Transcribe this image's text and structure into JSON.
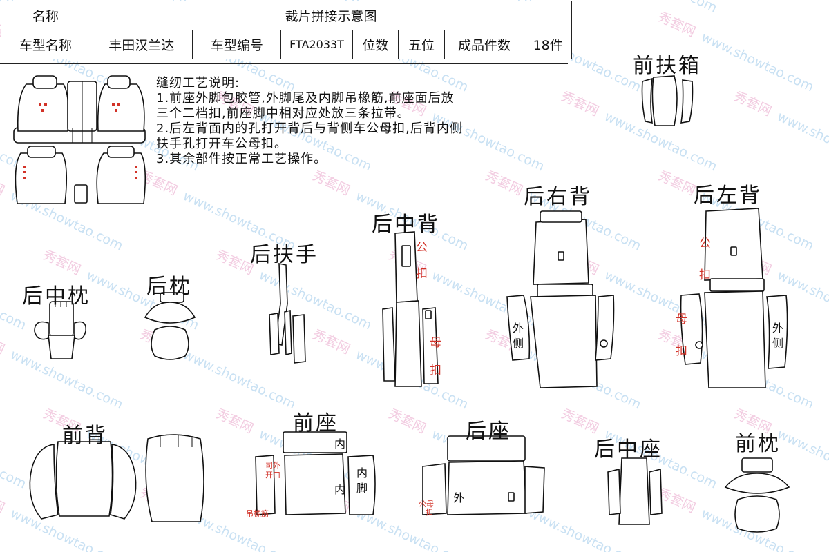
{
  "header": {
    "name_label": "名称",
    "title": "裁片拼接示意图",
    "vehicle_name_label": "车型名称",
    "vehicle_name": "丰田汉兰达",
    "vehicle_code_label": "车型编号",
    "vehicle_code": "FTA2033T",
    "seats_label": "位数",
    "seats_value": "五位",
    "pieces_label": "成品件数",
    "pieces_value": "18件"
  },
  "notes": {
    "title": "缝纫工艺说明:",
    "lines": [
      "1.前座外脚包胶管,外脚尾及内脚吊橡筋,前座面后放",
      "三个二档扣,前座脚中相对应处放三条拉带。",
      "2.后左背面内的孔打开背后与背侧车公母扣,后背内侧",
      "扶手孔打开车公母扣。",
      "3.其余部件按正常工艺操作。"
    ]
  },
  "parts": {
    "front_armrest_box": "前扶箱",
    "rear_center_back": "后中背",
    "rear_right_back": "后右背",
    "rear_left_back": "后左背",
    "rear_armrest": "后扶手",
    "rear_center_pillow": "后中枕",
    "rear_pillow": "后枕",
    "front_back": "前背",
    "front_seat": "前座",
    "rear_seat": "后座",
    "rear_center_seat": "后中座",
    "front_pillow": "前枕"
  },
  "piece_labels": {
    "male_snap": "公",
    "snap": "扣",
    "female_snap": "母",
    "outer": "外",
    "side": "侧",
    "inner": "内",
    "leg": "脚",
    "front_seat_hole_top": "司外",
    "front_seat_hole_bottom": "开口",
    "front_seat_elastic": "吊橡筋",
    "rear_seat_snap": "公母",
    "rear_seat_snap2": "扣"
  },
  "watermark": {
    "chinese": "秀套网",
    "domain": "www.showtao.com"
  },
  "colors": {
    "line": "#111111",
    "annotation_red": "#d23228",
    "watermark_pink": "#e9a3c9",
    "watermark_blue": "#9ec9ea"
  }
}
